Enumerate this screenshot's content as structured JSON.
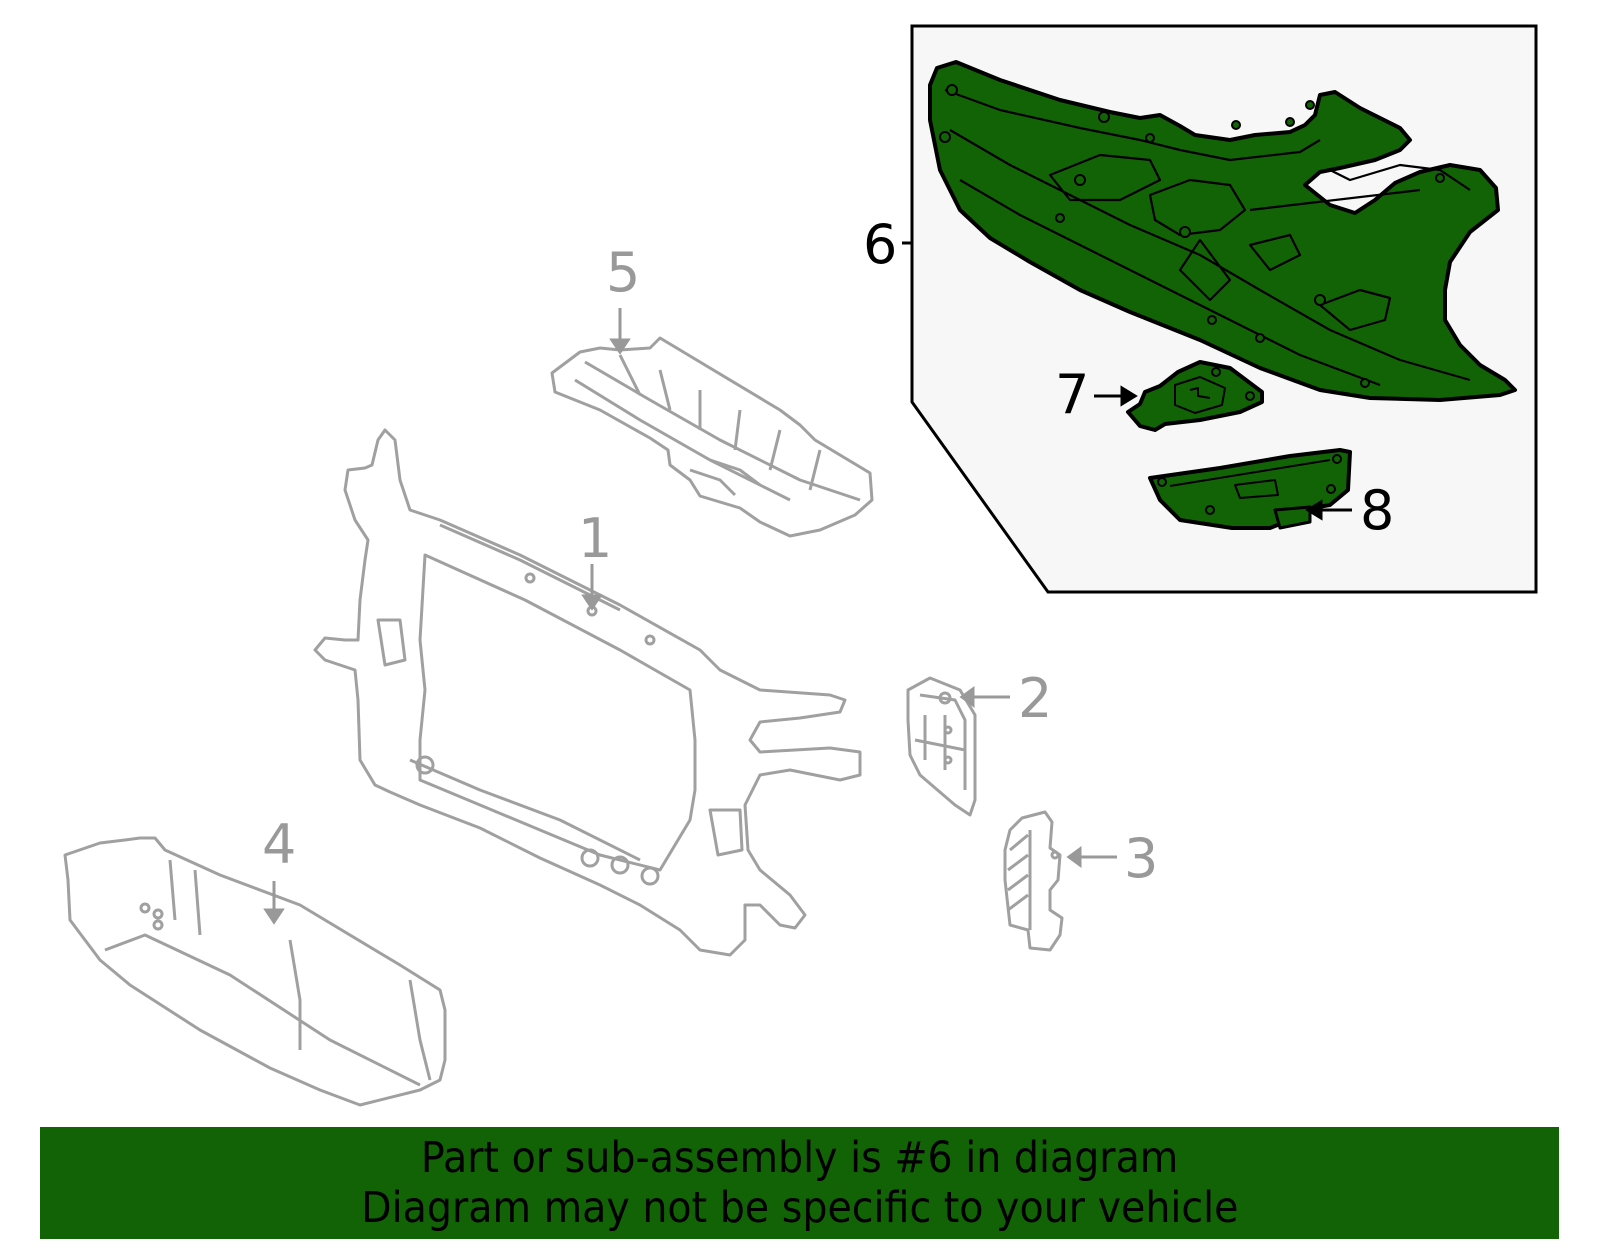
{
  "diagram": {
    "inset_box": {
      "background": "#f7f7f7",
      "border": "#000000"
    },
    "colors": {
      "highlight_fill": "#126306",
      "outline_grey": "#999999",
      "outline_black": "#000000"
    },
    "callouts": [
      {
        "number": "1",
        "part": "radiator support frame",
        "highlighted": false
      },
      {
        "number": "2",
        "part": "side bracket",
        "highlighted": false
      },
      {
        "number": "3",
        "part": "side air guide",
        "highlighted": false
      },
      {
        "number": "4",
        "part": "lower air deflector",
        "highlighted": false
      },
      {
        "number": "5",
        "part": "upper cover",
        "highlighted": false
      },
      {
        "number": "6",
        "part": "engine under cover",
        "highlighted": true
      },
      {
        "number": "7",
        "part": "service cover",
        "highlighted": true
      },
      {
        "number": "8",
        "part": "under cover extension",
        "highlighted": true
      }
    ]
  },
  "banner": {
    "line1": "Part or sub-assembly is #6 in diagram",
    "line2": "Diagram may not be specific to your vehicle",
    "background": "#126306"
  }
}
